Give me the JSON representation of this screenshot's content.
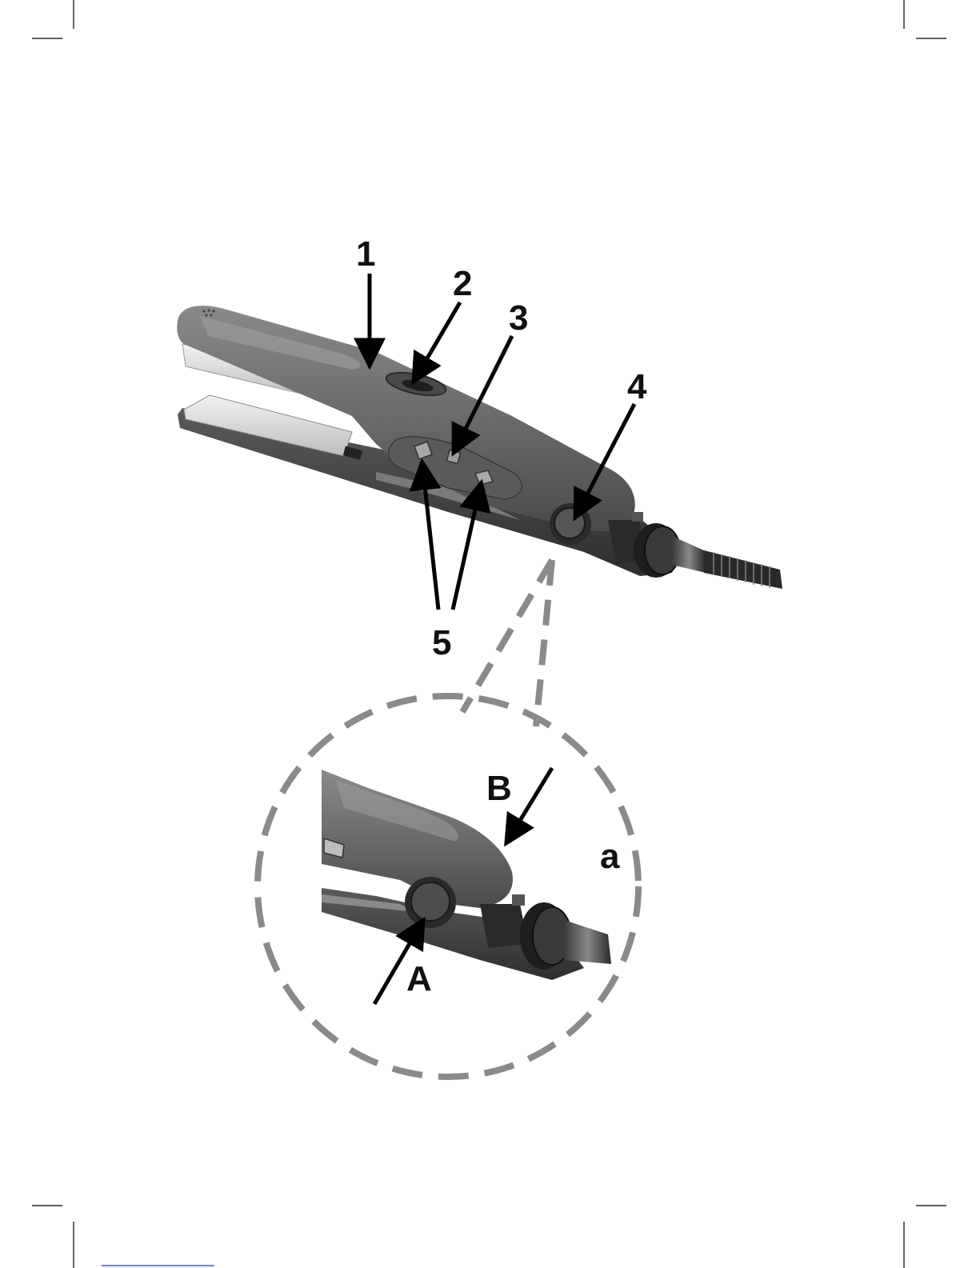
{
  "callouts": {
    "c1": "1",
    "c2": "2",
    "c3": "3",
    "c4": "4",
    "c5": "5",
    "cA": "A",
    "cB": "B",
    "ca": "a"
  },
  "colors": {
    "housing": "#6e6e6e",
    "housing_dark": "#3c3c3c",
    "plate": "#dcdcdc",
    "dash": "#8a8a8a",
    "footer_line": "#3b5bdb"
  }
}
